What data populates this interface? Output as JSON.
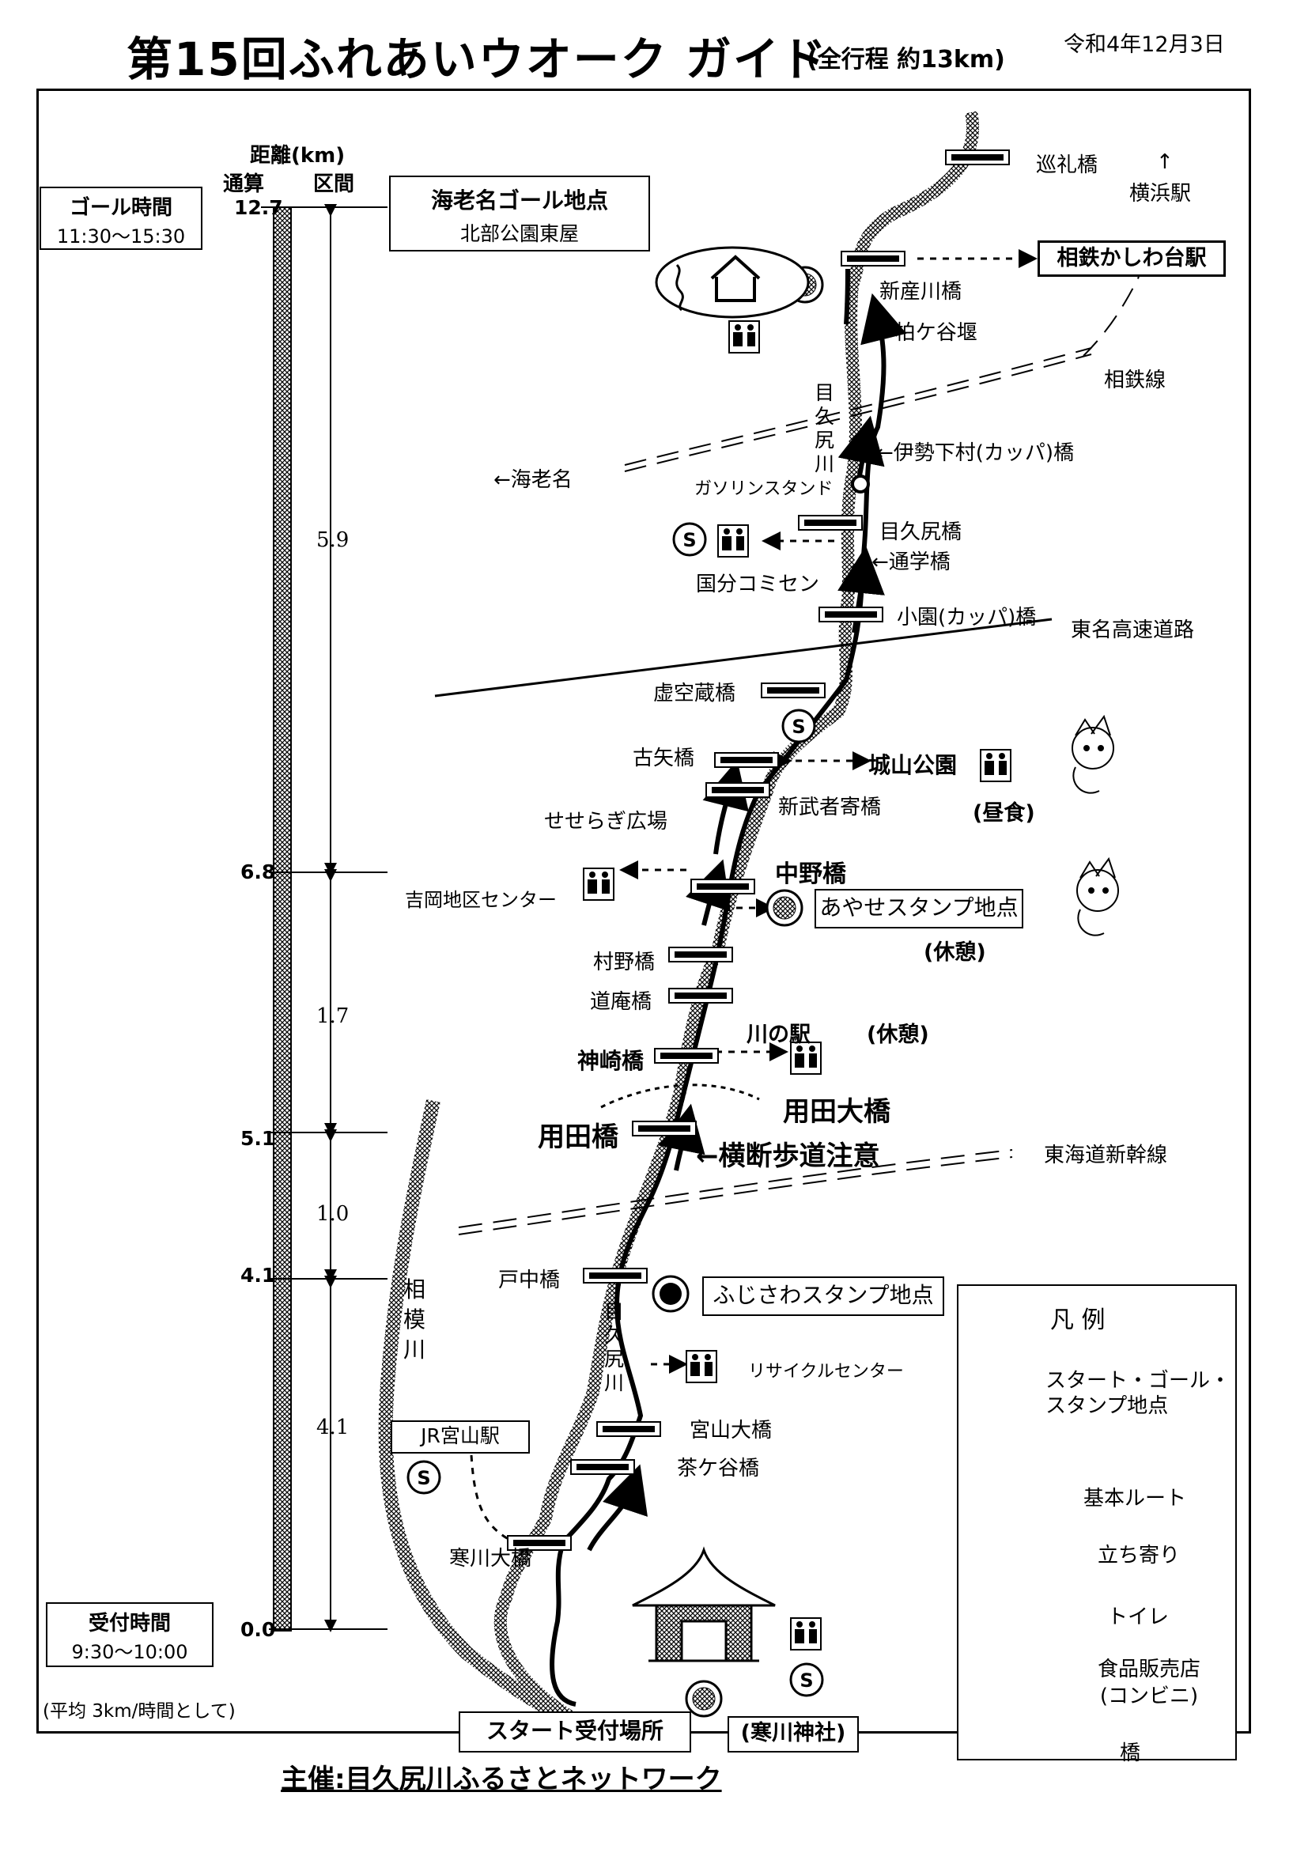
{
  "header": {
    "title": "第15回ふれあいウオーク ガイド",
    "subtitle": "(全行程 約13km)",
    "date": "令和4年12月3日"
  },
  "distance_scale": {
    "heading": "距離(km)",
    "col_cumulative": "通算",
    "col_section": "区間",
    "goal_time_label": "ゴール時間",
    "goal_time": "11:30〜15:30",
    "reception_label": "受付時間",
    "reception_time": "9:30〜10:00",
    "pace_note": "(平均 3km/時間として)",
    "cumulative_marks": [
      "12.7",
      "6.8",
      "5.1",
      "4.1",
      "0.0"
    ],
    "sections": [
      "5.9",
      "1.7",
      "1.0",
      "4.1"
    ]
  },
  "goal": {
    "title": "海老名ゴール地点",
    "subtitle": "北部公園東屋"
  },
  "places": {
    "junrei_bridge": "巡礼橋",
    "yokohama_station": "横浜駅",
    "up_arrow": "↑",
    "kashiwadai_station": "相鉄かしわ台駅",
    "shinsangawa_bridge": "新産川橋",
    "kashiwagaya_weir": "←柏ケ谷堰",
    "sotetsu_line": "相鉄線",
    "river_upper": "目久尻川",
    "ise_shimomura_bridge": "←伊勢下村(カッパ)橋",
    "ebina": "←海老名",
    "gas_station": "ガソリンスタンド",
    "mekujiri_bridge": "目久尻橋",
    "tsugaku_bridge": "←通学橋",
    "kokubu_center": "国分コミセン",
    "kozono_bridge": "小園(カッパ)橋",
    "tomei_expressway": "東名高速道路",
    "kokuzo_bridge": "虚空蔵橋",
    "furuya_bridge": "古矢橋",
    "shiroyama_park": "城山公園",
    "lunch": "(昼食)",
    "shinmushayori_bridge": "新武者寄橋",
    "seseragi_plaza": "せせらぎ広場",
    "nakano_bridge": "中野橋",
    "yoshioka_center": "吉岡地区センター",
    "ayase_stamp": "あやせスタンプ地点",
    "rest1": "(休憩)",
    "murano_bridge": "村野橋",
    "doan_bridge": "道庵橋",
    "kawa_no_eki": "川の駅",
    "rest2": "(休憩)",
    "kanzaki_bridge": "神崎橋",
    "yoda_ohashi": "用田大橋",
    "yoda_bridge": "用田橋",
    "crosswalk_caution": "←横断歩道注意",
    "shinkansen": "東海道新幹線",
    "tonaka_bridge": "戸中橋",
    "fujisawa_stamp": "ふじさわスタンプ地点",
    "river_lower": "目久尻川",
    "recycle_center": "リサイクルセンター",
    "sagami_river": "相模川",
    "miyayama_ohashi": "宮山大橋",
    "chagaya_bridge": "茶ケ谷橋",
    "jr_miyayama": "JR宮山駅",
    "samukawa_ohashi": "寒川大橋",
    "start_reception": "スタート受付場所",
    "samukawa_shrine": "(寒川神社)"
  },
  "legend": {
    "title": "凡 例",
    "stamp": "スタート・ゴール・スタンプ地点",
    "route": "基本ルート",
    "detour": "立ち寄り",
    "toilet": "トイレ",
    "shop": "食品販売店(コンビニ)",
    "bridge": "橋"
  },
  "sponsor": "主催:目久尻川ふるさとネットワーク",
  "icons": {
    "toilet": "toilet-icon",
    "shop": "shop-s-icon",
    "stamp": "stamp-point-icon",
    "bridge": "bridge-icon"
  }
}
